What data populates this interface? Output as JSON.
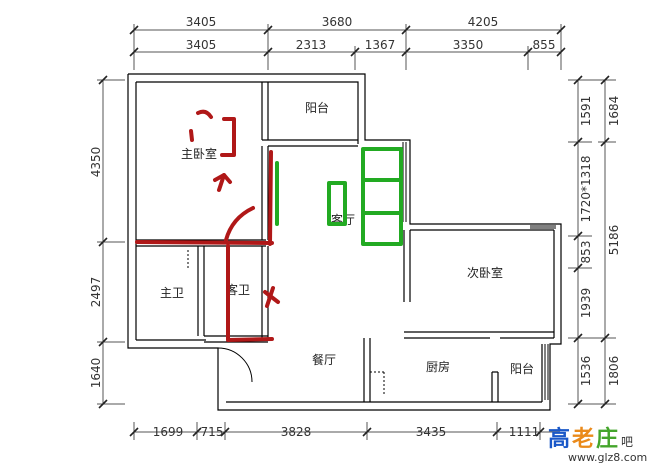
{
  "colors": {
    "wall": "#000000",
    "dimension_line": "#555555",
    "markup_red": "#b01818",
    "markup_green": "#22aa22",
    "watermark_blue": "#1a58c8",
    "watermark_orange": "#ea8a1a",
    "watermark_green": "#44a52b"
  },
  "rooms": {
    "master_bedroom": "主卧室",
    "balcony_top": "阳台",
    "living_room": "客厅",
    "second_bedroom": "次卧室",
    "master_bath": "主卫",
    "guest_bath": "客卫",
    "dining_room": "餐厅",
    "kitchen": "厨房",
    "balcony_bottom": "阳台"
  },
  "dimensions": {
    "top_overall": [
      "3405",
      "3680",
      "4205"
    ],
    "top_detail": [
      "3405",
      "2313",
      "1367",
      "3350",
      "855"
    ],
    "left": [
      "4350",
      "2497",
      "1640"
    ],
    "right_inner": [
      "1591",
      "1720*1318",
      "853",
      "1939",
      "1536"
    ],
    "right_outer": [
      "1684",
      "5186",
      "1806"
    ],
    "bottom": [
      "1699",
      "715",
      "3828",
      "3435",
      "1111"
    ]
  },
  "watermark": {
    "chars": [
      "高",
      "老",
      "庄"
    ],
    "suffix": "吧",
    "url": "www.glz8.com"
  }
}
